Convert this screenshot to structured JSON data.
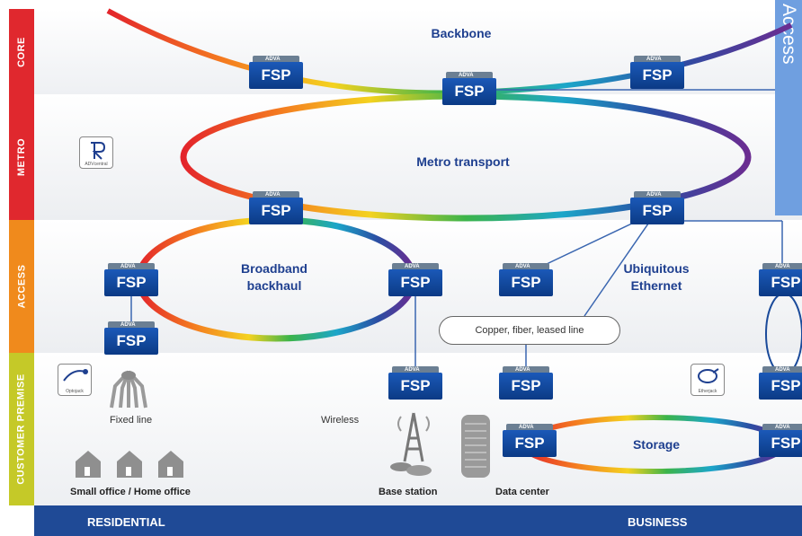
{
  "tiers": {
    "core": "CORE",
    "metro": "METRO",
    "access": "ACCESS",
    "customer_premise": "CUSTOMER PREMISE"
  },
  "side_tab": "Access",
  "networks": {
    "backbone": "Backbone",
    "metro_transport": "Metro transport",
    "broadband_backhaul_line1": "Broadband",
    "broadband_backhaul_line2": "backhaul",
    "ubiquitous_ethernet_line1": "Ubiquitous",
    "ubiquitous_ethernet_line2": "Ethernet",
    "storage": "Storage"
  },
  "node_label": "FSP",
  "node_mini_label": "ADVA",
  "cloud_label": "Copper, fiber, leased line",
  "customer_labels": {
    "fixed_line": "Fixed line",
    "wireless": "Wireless",
    "small_office": "Small office / Home office",
    "base_station": "Base station",
    "data_center": "Data center"
  },
  "badges": {
    "metro_badge": "ADVcentral",
    "optojack": "Optojack",
    "etherjack": "Etherjack"
  },
  "footer": {
    "residential": "RESIDENTIAL",
    "business": "BUSINESS"
  },
  "colors": {
    "core_metro": "#e0282e",
    "access": "#f08a1c",
    "customer_premise": "#c5c928",
    "footer": "#1f4a96",
    "node": "#0b3a85",
    "label": "#1e3f8f",
    "side_tab": "#6f9fe0"
  }
}
